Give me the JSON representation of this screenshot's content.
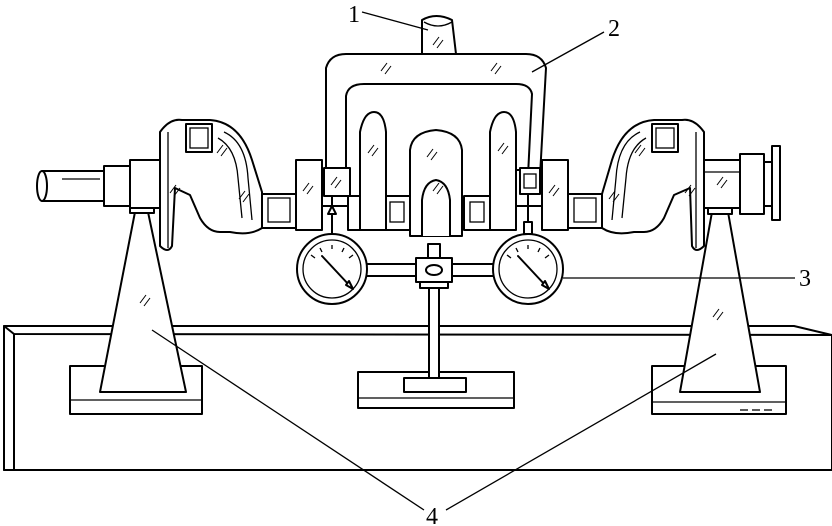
{
  "diagram": {
    "labels": {
      "one": "1",
      "two": "2",
      "three": "3",
      "four": "4"
    },
    "colors": {
      "line": "#000000",
      "background": "#ffffff"
    }
  }
}
